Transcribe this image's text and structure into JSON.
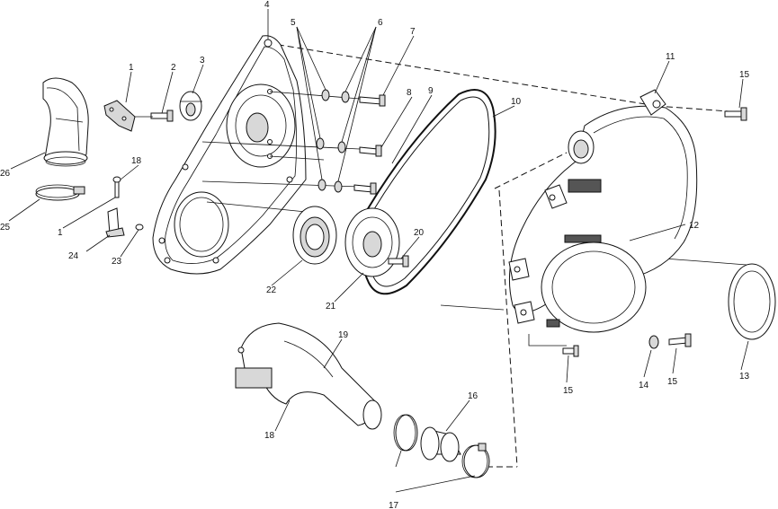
{
  "callouts": [
    {
      "id": "c1",
      "label": "1"
    },
    {
      "id": "c2",
      "label": "2"
    },
    {
      "id": "c3",
      "label": "3"
    },
    {
      "id": "c4",
      "label": "4"
    },
    {
      "id": "c5",
      "label": "5"
    },
    {
      "id": "c6",
      "label": "6"
    },
    {
      "id": "c7",
      "label": "7"
    },
    {
      "id": "c8",
      "label": "8"
    },
    {
      "id": "c9",
      "label": "9"
    },
    {
      "id": "c10",
      "label": "10"
    },
    {
      "id": "c11",
      "label": "11"
    },
    {
      "id": "c12",
      "label": "12"
    },
    {
      "id": "c13",
      "label": "13"
    },
    {
      "id": "c14",
      "label": "14"
    },
    {
      "id": "c15a",
      "label": "15"
    },
    {
      "id": "c15b",
      "label": "15"
    },
    {
      "id": "c15c",
      "label": "15"
    },
    {
      "id": "c16",
      "label": "16"
    },
    {
      "id": "c17",
      "label": "17"
    },
    {
      "id": "c18a",
      "label": "18"
    },
    {
      "id": "c18b",
      "label": "18"
    },
    {
      "id": "c19",
      "label": "19"
    },
    {
      "id": "c20",
      "label": "20"
    },
    {
      "id": "c21",
      "label": "21"
    },
    {
      "id": "c22",
      "label": "22"
    },
    {
      "id": "c23",
      "label": "23"
    },
    {
      "id": "c24",
      "label": "24"
    },
    {
      "id": "c25",
      "label": "25"
    },
    {
      "id": "c26",
      "label": "26"
    },
    {
      "id": "c1b",
      "label": "1"
    }
  ]
}
